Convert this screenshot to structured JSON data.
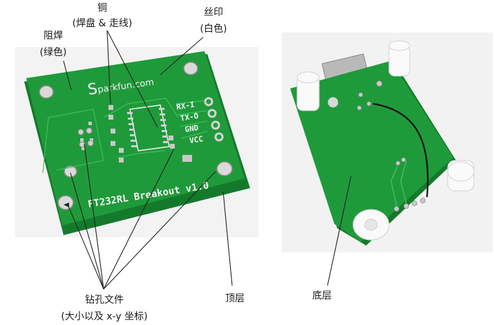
{
  "labels": {
    "solder_mask": [
      "阻焊",
      "(绿色)"
    ],
    "copper": [
      "铜",
      "(焊盘 & 走线)"
    ],
    "silkscreen": [
      "丝印",
      "(白色)"
    ],
    "drill_files": [
      "钻孔文件",
      "(大小以及 x-y 坐标)"
    ],
    "top_layer": "顶层",
    "bottom_layer": "底层"
  },
  "board": {
    "brand": "parkfun.com",
    "brand_s": "S",
    "title": "FT232RL Breakout v1.0",
    "pins": [
      "RX-I",
      "TX-O",
      "GND",
      "VCC"
    ]
  },
  "colors": {
    "pcb_green": "#1f9a3a",
    "pcb_edge": "#147a2b",
    "photo_bg": "#f2f2f2",
    "silk": "#f4f4f4",
    "copper_pad": "#c9c9c9",
    "annotation_line": "#222222"
  }
}
